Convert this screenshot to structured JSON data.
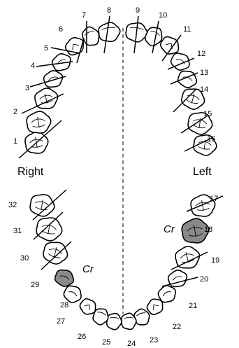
{
  "labels": {
    "right": "Right",
    "left": "Left",
    "crown": "Cr"
  },
  "teeth": [
    {
      "n": "1"
    },
    {
      "n": "2"
    },
    {
      "n": "3"
    },
    {
      "n": "4"
    },
    {
      "n": "5"
    },
    {
      "n": "6"
    },
    {
      "n": "7"
    },
    {
      "n": "8"
    },
    {
      "n": "9"
    },
    {
      "n": "10"
    },
    {
      "n": "11"
    },
    {
      "n": "12"
    },
    {
      "n": "13"
    },
    {
      "n": "14"
    },
    {
      "n": "15"
    },
    {
      "n": "16"
    },
    {
      "n": "17"
    },
    {
      "n": "18",
      "crown": true
    },
    {
      "n": "19"
    },
    {
      "n": "20"
    },
    {
      "n": "21"
    },
    {
      "n": "22"
    },
    {
      "n": "23"
    },
    {
      "n": "24"
    },
    {
      "n": "25"
    },
    {
      "n": "26"
    },
    {
      "n": "27"
    },
    {
      "n": "28"
    },
    {
      "n": "29",
      "crown": true
    },
    {
      "n": "30"
    },
    {
      "n": "31"
    },
    {
      "n": "32"
    }
  ],
  "colors": {
    "crown_fill": "#8a8a8a",
    "outline": "#000000"
  }
}
